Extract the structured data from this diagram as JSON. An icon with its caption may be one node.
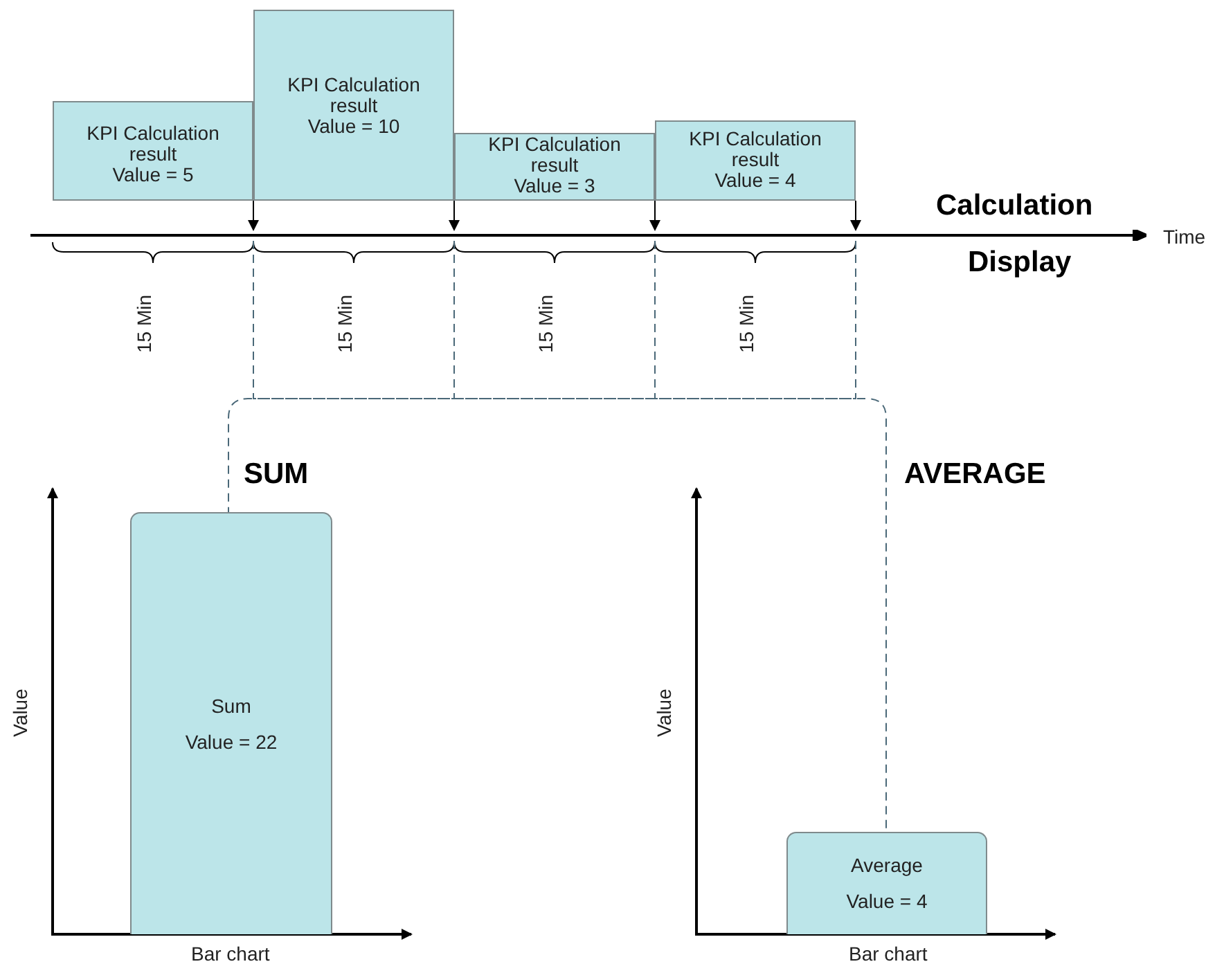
{
  "diagram": {
    "nodes": [
      {
        "text": [
          "KPI Calculation result",
          "Value = 5"
        ]
      },
      {
        "text": [
          "KPI Calculation result",
          "Value = 10"
        ]
      },
      {
        "text": [
          "KPI Calculation result",
          "Value = 3"
        ]
      },
      {
        "text": [
          "KPI Calculation result",
          "Value = 4"
        ]
      },
      {
        "text": [],
        "shape": "bar"
      },
      {
        "text": [
          "Sum",
          "Value = 22"
        ]
      },
      {
        "text": [
          "Average",
          "Value = 4"
        ]
      }
    ],
    "edges": [
      {
        "from": 0,
        "to": 4,
        "arrow": "to"
      },
      {
        "from": 1,
        "to": 4,
        "arrow": "to"
      },
      {
        "from": 2,
        "to": 4,
        "arrow": "to"
      },
      {
        "from": 3,
        "to": 4,
        "arrow": "to"
      },
      {
        "from": 4,
        "to": 5,
        "arrow": "none",
        "style": "dashed",
        "color": "#4a6878"
      },
      {
        "from": 4,
        "to": 6,
        "arrow": "none",
        "style": "dashed",
        "color": "#4a6878"
      }
    ],
    "labels": [
      "Calculation",
      "Time",
      "Display",
      "15 Min",
      "15 Min",
      "15 Min",
      "15 Min",
      "SUM",
      "AVERAGE",
      "Value",
      "Bar chart",
      "Value",
      "Bar chart"
    ]
  }
}
